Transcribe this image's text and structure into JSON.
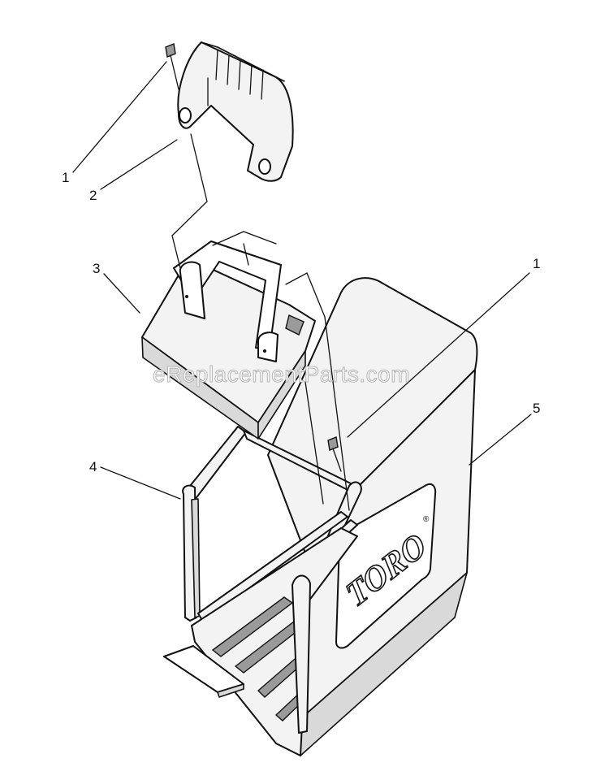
{
  "callouts": [
    {
      "id": "c1a",
      "label": "1"
    },
    {
      "id": "c2",
      "label": "2"
    },
    {
      "id": "c3",
      "label": "3"
    },
    {
      "id": "c1b",
      "label": "1"
    },
    {
      "id": "c4",
      "label": "4"
    },
    {
      "id": "c5",
      "label": "5"
    }
  ],
  "logo_text": "TORO",
  "watermark": "eReplacementParts.com"
}
